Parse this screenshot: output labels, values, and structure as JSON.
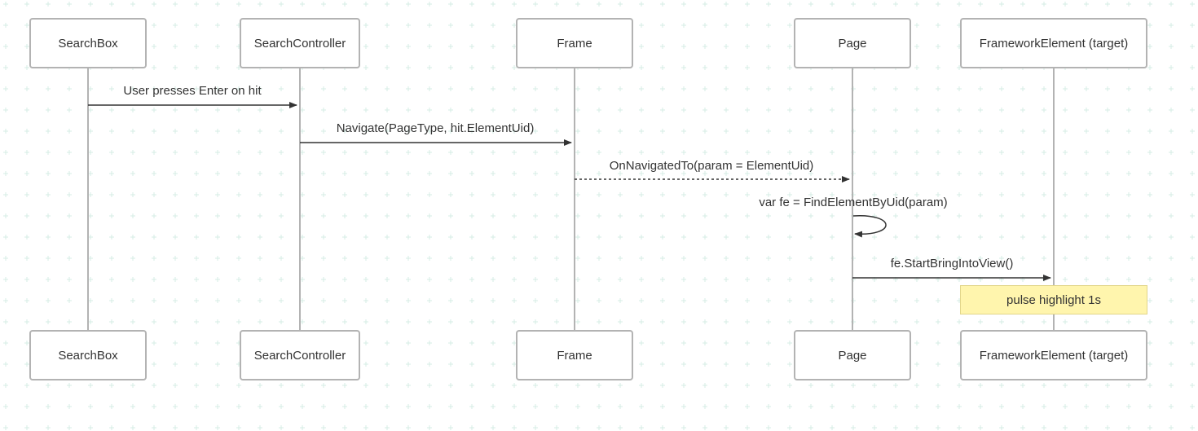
{
  "participants": [
    {
      "id": "searchbox",
      "label": "SearchBox"
    },
    {
      "id": "searchcontroller",
      "label": "SearchController"
    },
    {
      "id": "frame",
      "label": "Frame"
    },
    {
      "id": "page",
      "label": "Page"
    },
    {
      "id": "target",
      "label": "FrameworkElement (target)"
    }
  ],
  "messages": [
    {
      "from": "searchbox",
      "to": "searchcontroller",
      "label": "User presses Enter on hit",
      "style": "solid"
    },
    {
      "from": "searchcontroller",
      "to": "frame",
      "label": "Navigate(PageType, hit.ElementUid)",
      "style": "solid"
    },
    {
      "from": "frame",
      "to": "page",
      "label": "OnNavigatedTo(param = ElementUid)",
      "style": "dotted"
    },
    {
      "from": "page",
      "to": "page",
      "label": "var fe = FindElementByUid(param)",
      "style": "self"
    },
    {
      "from": "page",
      "to": "target",
      "label": "fe.StartBringIntoView()",
      "style": "solid"
    }
  ],
  "notes": [
    {
      "over": "target",
      "label": "pulse highlight 1s"
    }
  ],
  "colors": {
    "line": "#333333",
    "lifeline": "#b3b3b3",
    "box_border": "#b3b3b3",
    "note_fill": "#fff5ad",
    "grid": "#d5ece4"
  }
}
